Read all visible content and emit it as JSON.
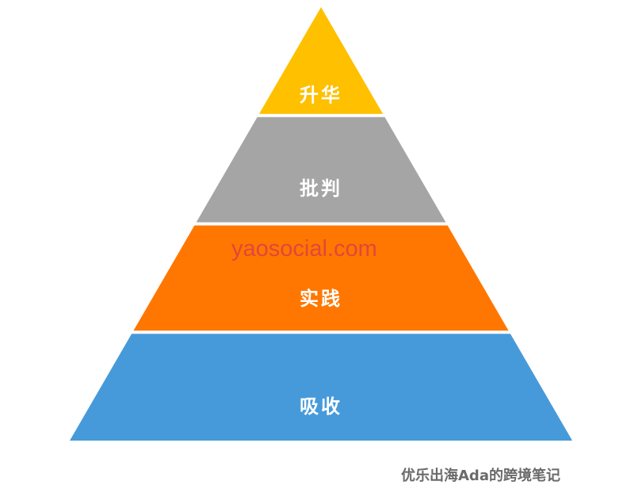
{
  "pyramid": {
    "levels": [
      {
        "label": "升华",
        "color": "#FFC000"
      },
      {
        "label": "批判",
        "color": "#A5A5A5"
      },
      {
        "label": "实践",
        "color": "#FF7700"
      },
      {
        "label": "吸收",
        "color": "#469ADA"
      }
    ]
  },
  "watermark": "yaosocial.com",
  "credit": "优乐出海Ada的跨境笔记"
}
